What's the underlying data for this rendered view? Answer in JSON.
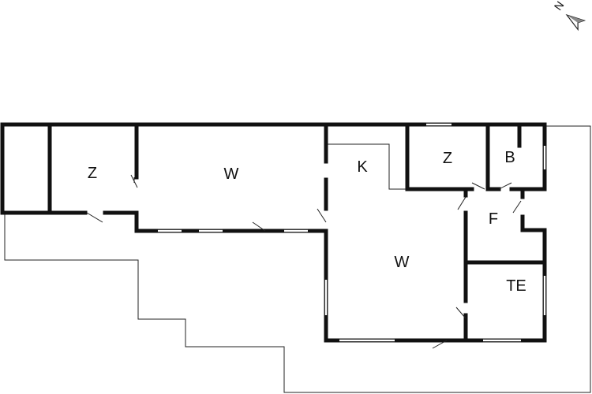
{
  "floor_plan": {
    "rooms": [
      {
        "key": "z1",
        "label": "Z"
      },
      {
        "key": "w1",
        "label": "W"
      },
      {
        "key": "k",
        "label": "K"
      },
      {
        "key": "z2",
        "label": "Z"
      },
      {
        "key": "b",
        "label": "B"
      },
      {
        "key": "f",
        "label": "F"
      },
      {
        "key": "w2",
        "label": "W"
      },
      {
        "key": "te",
        "label": "TE"
      }
    ],
    "compass": {
      "label": "N",
      "icon": "north-arrow-icon"
    },
    "colors": {
      "wall": "#111111",
      "line": "#222222",
      "background": "#ffffff"
    }
  }
}
